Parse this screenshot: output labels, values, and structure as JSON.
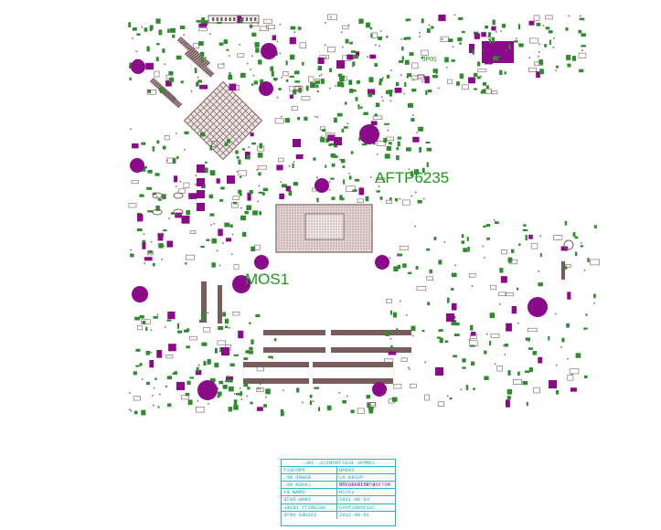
{
  "labels": {
    "ic_ref": "AFTP6235",
    "mos_ref": "MOS1",
    "jumper_ref": "JP01"
  },
  "title_block": {
    "company": "COMPAL ELECTRONICS, INC.",
    "rows": [
      {
        "key": "PROJECT",
        "value": "NA502"
      },
      {
        "key": "BOARD NO.",
        "value": "LA-8832P REV:1.0(A00)"
      },
      {
        "key": "LAYER NO.",
        "value": "SOLDERSIDE_BOTTOM"
      },
      {
        "key": "DRAW BY",
        "value": "Ricky"
      },
      {
        "key": "DRAW DATE",
        "value": "2011-08-03"
      },
      {
        "key": "SECURITY LEVEL",
        "value": "Confidential"
      },
      {
        "key": "ISSUED DATE",
        "value": "2012-08-01"
      }
    ]
  },
  "colors": {
    "pad": "#7a5c5c",
    "component": "#2e8b2e",
    "via_large": "#8a0a8a",
    "label": "#1a9a1a",
    "titleblock": "#22b8c8",
    "highlight": "#c000c0"
  }
}
